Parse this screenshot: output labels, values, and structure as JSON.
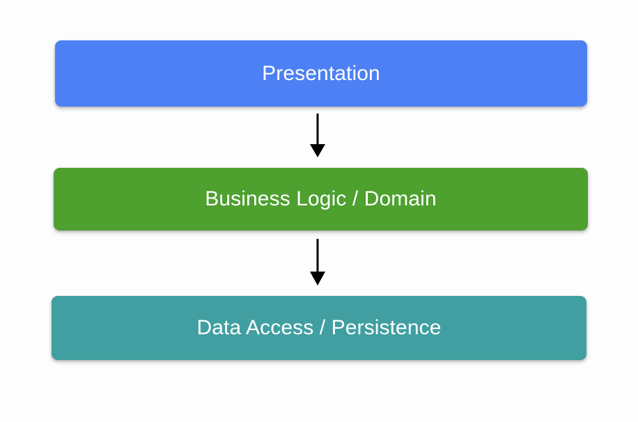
{
  "diagram": {
    "type": "flowchart",
    "orientation": "top-to-bottom",
    "background_color": "#fdfdfd",
    "layers": [
      {
        "id": "presentation",
        "label": "Presentation",
        "fill_color": "#4d80f5",
        "text_color": "#ffffff"
      },
      {
        "id": "business",
        "label": "Business Logic / Domain",
        "fill_color": "#4ea02f",
        "text_color": "#ffffff"
      },
      {
        "id": "data",
        "label": "Data Access / Persistence",
        "fill_color": "#419fa1",
        "text_color": "#ffffff"
      }
    ],
    "connectors": [
      {
        "id": "presentation-to-business",
        "from": "presentation",
        "to": "business",
        "style": "solid-arrow-down",
        "color": "#000000"
      },
      {
        "id": "business-to-data",
        "from": "business",
        "to": "data",
        "style": "solid-arrow-down",
        "color": "#000000"
      }
    ]
  }
}
